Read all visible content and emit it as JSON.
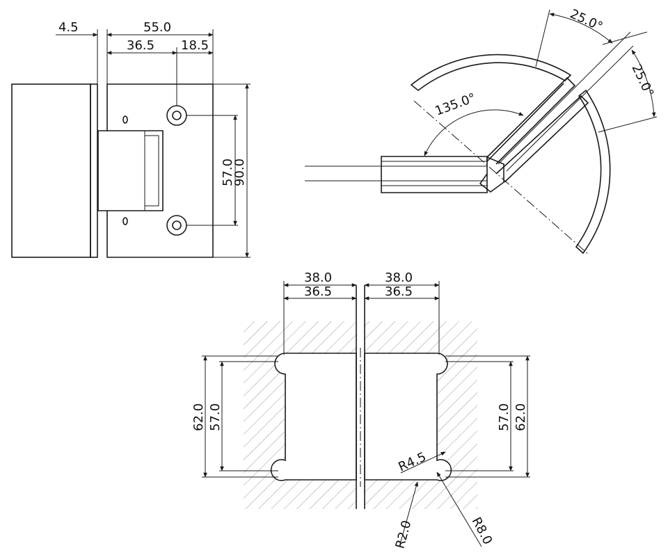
{
  "hinge_side_view": {
    "dims": {
      "offset": "4.5",
      "overall_width": "55.0",
      "hole_x": "36.5",
      "hole_edge": "18.5",
      "hole_spacing": "57.0",
      "overall_height": "90.0"
    }
  },
  "rotation_view": {
    "dims": {
      "angle_open": "135.0°",
      "angle_a": "25.0°",
      "angle_b": "25.0°"
    }
  },
  "cutout_view": {
    "dims": {
      "left_width_outer": "38.0",
      "left_width_inner": "36.5",
      "right_width_outer": "38.0",
      "right_width_inner": "36.5",
      "left_height_outer": "62.0",
      "left_height_inner": "57.0",
      "right_height_inner": "57.0",
      "right_height_outer": "62.0",
      "radius_a": "R4.5",
      "radius_b": "R2.0",
      "radius_c": "R8.0"
    }
  },
  "colors": {
    "line": "#1a1a1a",
    "hatch": "#8a8a8a"
  }
}
